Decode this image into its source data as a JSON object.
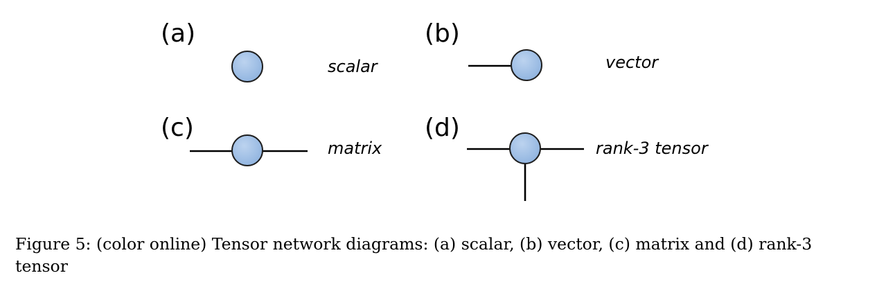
{
  "panels": [
    {
      "id": "a",
      "label": "(a)",
      "name": "scalar"
    },
    {
      "id": "b",
      "label": "(b)",
      "name": "vector"
    },
    {
      "id": "c",
      "label": "(c)",
      "name": "matrix"
    },
    {
      "id": "d",
      "label": "(d)",
      "name": "rank-3 tensor"
    }
  ],
  "colors": {
    "node_fill_light": "#bcd3ef",
    "node_fill": "#8fb3df",
    "node_stroke": "#1f1f1f",
    "edge": "#000000"
  },
  "caption": "Figure 5: (color online) Tensor network diagrams: (a) scalar, (b) vector, (c) matrix and (d) rank-3 tensor"
}
